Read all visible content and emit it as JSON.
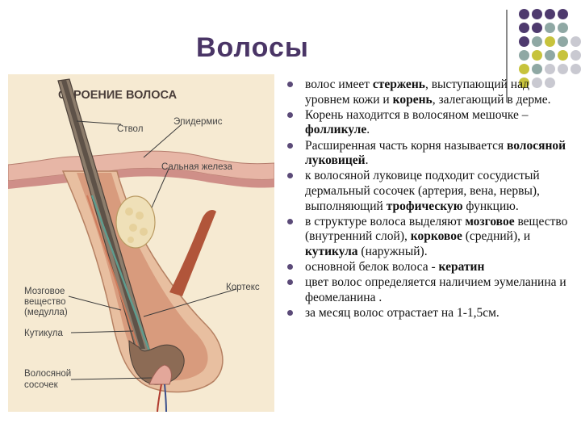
{
  "slide": {
    "title": "Волосы"
  },
  "figure": {
    "heading": "СТРОЕНИЕ ВОЛОСА",
    "labels": {
      "shaft": "Ствол",
      "epidermis": "Эпидермис",
      "gland": "Сальная железа",
      "medulla_1": "Мозговое",
      "medulla_2": "вещество",
      "medulla_3": "(медулла)",
      "cortex": "Кортекс",
      "cuticle": "Кутикула",
      "papilla_1": "Волосяной",
      "papilla_2": "сосочек"
    }
  },
  "bullets": [
    {
      "p1": "волос имеет ",
      "b1": "стержень",
      "p2": ", выступающий над уровнем кожи и ",
      "b2": "корень",
      "p3": ", залегающий в дерме."
    },
    {
      "p1": "Корень находится в волосяном мешочке –",
      "b1": "фолликуле",
      "p2": ".",
      "b2": "",
      "p3": ""
    },
    {
      "p1": "Расширенная часть корня называется ",
      "b1": "волосяной луковицей",
      "p2": ".",
      "b2": "",
      "p3": ""
    },
    {
      "p1": "к волосяной луковице подходит сосудистый дермальный сосочек (артерия, вена, нервы), выполняющий ",
      "b1": "трофическую",
      "p2": " функцию.",
      "b2": "",
      "p3": ""
    },
    {
      "p1": " в структуре волоса выделяют ",
      "b1": "мозговое",
      "p2": " вещество (внутренний слой), ",
      "b2": "корковое",
      "p3": " (средний), и ",
      "b3": "кутикула",
      "p4": " (наружный)."
    },
    {
      "p1": "основной белок волоса - ",
      "b1": "кератин",
      "p2": "",
      "b2": "",
      "p3": ""
    },
    {
      "p1": "цвет волос определяется наличием эумеланина и феомеланина .",
      "b1": "",
      "p2": "",
      "b2": "",
      "p3": ""
    },
    {
      "p1": "за месяц волос отрастает на 1-1,5см.",
      "b1": "",
      "p2": "",
      "b2": "",
      "p3": ""
    }
  ],
  "colors": {
    "title": "#4a3566",
    "dot_purple": "#4e3a6e",
    "dot_olive": "#c7c33c",
    "dot_teal": "#8fa8a4",
    "dot_grey": "#c9c9d1"
  }
}
